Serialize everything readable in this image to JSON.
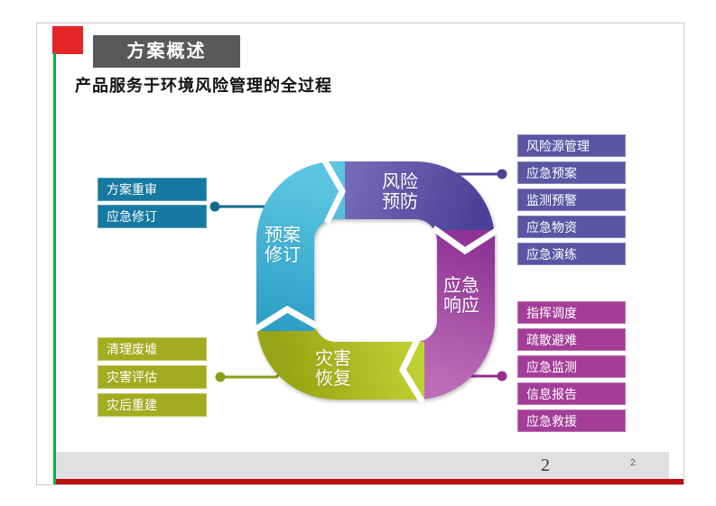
{
  "slide": {
    "title": "方案概述",
    "subtitle": "产品服务于环境风险管理的全过程",
    "page_number": "2",
    "page_number_small": "2"
  },
  "cycle": {
    "segments": [
      {
        "id": "risk-prevention",
        "line1": "风险",
        "line2": "预防",
        "color": "#5b51a5"
      },
      {
        "id": "emergency-response",
        "line1": "应急",
        "line2": "响应",
        "color": "#a44ba3"
      },
      {
        "id": "disaster-recovery",
        "line1": "灾害",
        "line2": "恢复",
        "color": "#aebc22"
      },
      {
        "id": "plan-revision",
        "line1": "预案",
        "line2": "修订",
        "color": "#3aabce"
      }
    ]
  },
  "lists": {
    "left_top": {
      "color": "#1579a1",
      "items": [
        "方案重审",
        "应急修订"
      ]
    },
    "left_bottom": {
      "color": "#a3ab1f",
      "items": [
        "清理废墟",
        "灾害评估",
        "灾后重建"
      ]
    },
    "right_top": {
      "color": "#5b55a3",
      "items": [
        "风险源管理",
        "应急预案",
        "监测预警",
        "应急物资",
        "应急演练"
      ]
    },
    "right_bottom": {
      "color": "#a43d98",
      "items": [
        "指挥调度",
        "疏散避难",
        "应急监测",
        "信息报告",
        "应急救援"
      ]
    }
  },
  "palette": {
    "title_box": "#58595b",
    "accent_red_square": "#e42527",
    "accent_green_line": "#0cb043",
    "footer_bar_gray": "#e0e0e0",
    "footer_bar_red": "#b90f11",
    "connector_teal": "#0e6b8e",
    "connector_olive": "#8b9c15",
    "connector_purple": "#4f4399",
    "connector_magenta": "#992c8f"
  }
}
